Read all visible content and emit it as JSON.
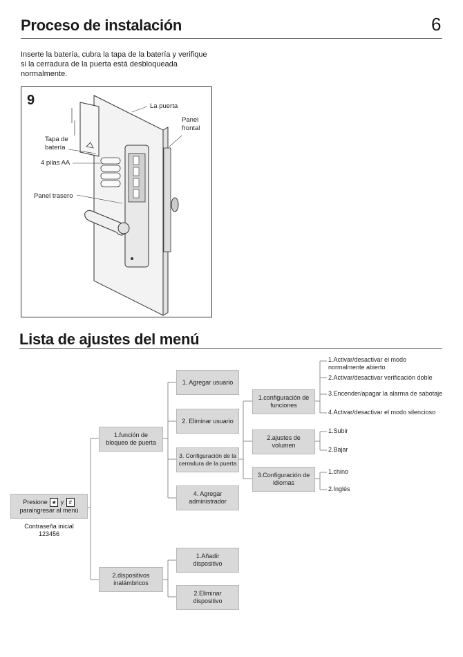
{
  "header": {
    "title": "Proceso de instalación",
    "page_number": "6"
  },
  "install": {
    "instruction": "Inserte la batería, cubra la tapa de la batería y verifique si la cerradura de la puerta está desbloqueada normalmente.",
    "step_number": "9",
    "labels": {
      "door": "La puerta",
      "front_panel_1": "Panel",
      "front_panel_2": "frontal",
      "battery_cover_1": "Tapa de",
      "battery_cover_2": "batería",
      "batteries": "4 pilas AA",
      "rear_panel": "Panel trasero"
    }
  },
  "menu": {
    "title": "Lista de ajustes del menú",
    "root": {
      "line1_pre": "Presione",
      "key_star": "★",
      "line1_mid": "y",
      "key_hash": "#",
      "line2": "paraingresar al menú",
      "password_label": "Contraseña inicial",
      "password_value": "123456"
    },
    "level1": {
      "lock_function": "1.función de bloqueo de puerta",
      "wireless": "2.dispositivos inalámbricos"
    },
    "level2_lock": {
      "add_user": "1. Agregar usuario",
      "delete_user": "2. Eliminar usuario",
      "config_lock": "3. Configuración de la cerradura de la puerta",
      "add_admin": "4. Agregar administrador"
    },
    "level2_wireless": {
      "add_device": "1.Añadir dispositivo",
      "delete_device": "2.Eliminar dispositivo"
    },
    "level3": {
      "functions": "1.configuración de funciones",
      "volume": "2.ajustes de volumen",
      "languages": "3.Configuración de idiomas"
    },
    "functions_items": {
      "item1_line1": "1.Activar/desactivar el modo",
      "item1_line2": "normalmente abierto",
      "item2": "2.Activar/desactivar verificación doble",
      "item3": "3.Encender/apagar la alarma de sabotaje",
      "item4": "4.Activar/desactivar el modo silencioso"
    },
    "volume_items": {
      "up": "1.Subir",
      "down": "2.Bajar"
    },
    "language_items": {
      "chinese": "1.chino",
      "english": "2.Inglés"
    }
  }
}
